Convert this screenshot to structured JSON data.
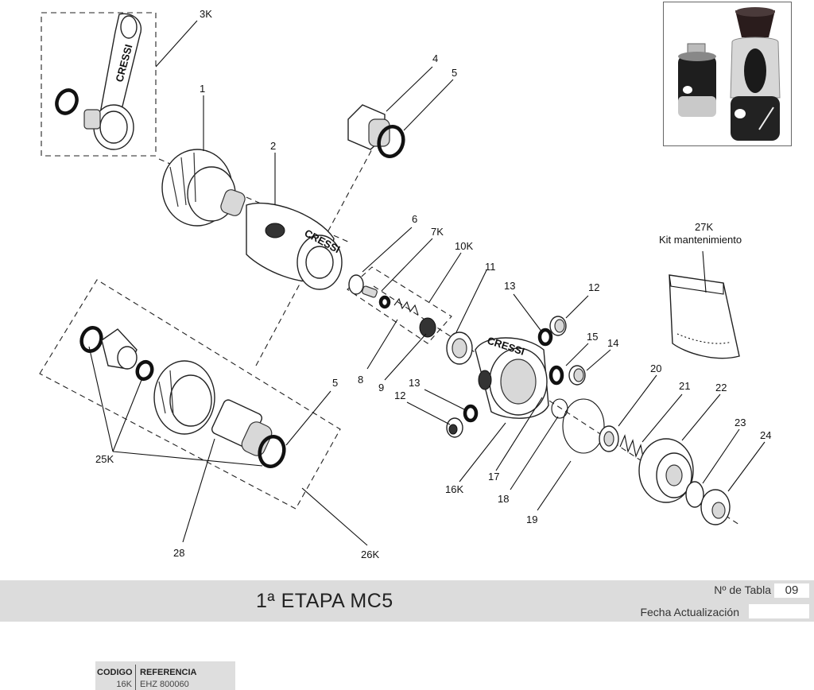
{
  "callouts": {
    "c3k": "3K",
    "c1": "1",
    "c2": "2",
    "c4": "4",
    "c5a": "5",
    "c6": "6",
    "c7k": "7K",
    "c10k": "10K",
    "c11": "11",
    "c13a": "13",
    "c12a": "12",
    "c27k": "27K",
    "kit": "Kit mantenimiento",
    "c8": "8",
    "c9": "9",
    "c15": "15",
    "c14": "14",
    "c13b": "13",
    "c12b": "12",
    "c5b": "5",
    "c20": "20",
    "c21": "21",
    "c22": "22",
    "c23": "23",
    "c24": "24",
    "c25k": "25K",
    "c16k": "16K",
    "c17": "17",
    "c18": "18",
    "c19": "19",
    "c28": "28",
    "c26k": "26K"
  },
  "product_logo": "CRESSI",
  "header": {
    "title": "1ª ETAPA MC5",
    "tabla_label": "Nº de Tabla",
    "tabla_value": "09",
    "fecha_label": "Fecha Actualización",
    "fecha_value": ""
  },
  "reference_table": {
    "columns": [
      "CODIGO",
      "REFERENCIA"
    ],
    "rows": [
      {
        "codigo": "16K",
        "referencia": "EHZ 800060"
      }
    ]
  }
}
